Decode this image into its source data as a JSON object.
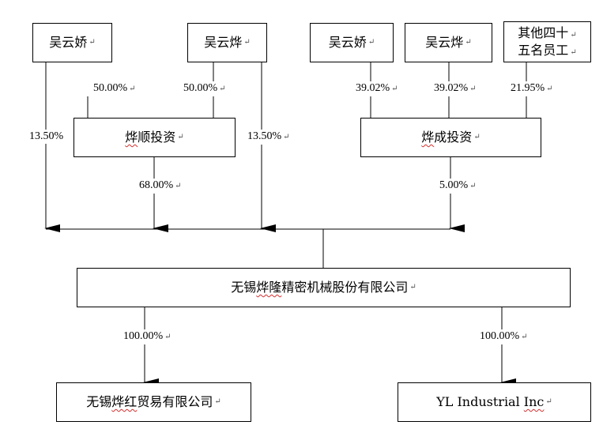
{
  "return_mark": "↵",
  "shareholders": {
    "wu_yunjiao_left": "吴云娇",
    "wu_yunye_left": "吴云烨",
    "wu_yunjiao_right": "吴云娇",
    "wu_yunye_right": "吴云烨",
    "others": [
      "其他四十",
      "五名员工"
    ]
  },
  "intermediates": {
    "yeshun_prefix": "烨",
    "yeshun_rest": "顺投资",
    "yecheng_prefix": "烨",
    "yecheng_rest": "成投资"
  },
  "company": {
    "prefix": "无锡",
    "wavy": "烨隆",
    "rest": "精密机械股份有限公司"
  },
  "subsidiaries": {
    "yehong_prefix": "无锡",
    "yehong_wavy": "烨红",
    "yehong_rest": "贸易有限公司",
    "yl_main": "YL Industrial ",
    "yl_wavy": "Inc"
  },
  "percentages": {
    "wuyunjiao_to_yeshun": "50.00%",
    "wuyunye_to_yeshun": "50.00%",
    "wuyunjiao_direct": "13.50%",
    "wuyunye_direct": "13.50%",
    "yeshun_to_company": "68.00%",
    "wuyunjiao_to_yecheng": "39.02%",
    "wuyunye_to_yecheng": "39.02%",
    "others_to_yecheng": "21.95%",
    "yecheng_to_company": "5.00%",
    "company_to_yehong": "100.00%",
    "company_to_yl": "100.00%"
  }
}
